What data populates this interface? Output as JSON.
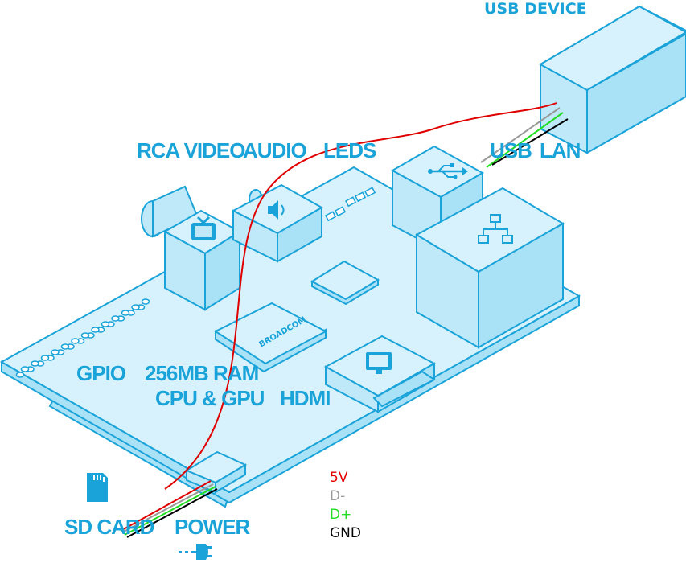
{
  "labels": {
    "usb_device": "USB DEVICE",
    "rca_video": "RCA VIDEO",
    "audio": "AUDIO",
    "leds": "LEDS",
    "usb": "USB",
    "lan": "LAN",
    "gpio": "GPIO",
    "ram_line1": "256MB RAM",
    "ram_line2": "CPU & GPU",
    "hdmi": "HDMI",
    "sd_card": "SD CARD",
    "power": "POWER",
    "chip_brand": "BROADCOM"
  },
  "legend": [
    {
      "label": "5V",
      "color": "#e00000"
    },
    {
      "label": "D-",
      "color": "#999999"
    },
    {
      "label": "D+",
      "color": "#22dd22"
    },
    {
      "label": "GND",
      "color": "#000000"
    }
  ],
  "colors": {
    "accent": "#1aa3d9",
    "board": "#c9edfb"
  },
  "icons": [
    "tv-icon",
    "speaker-icon",
    "usb-icon",
    "network-icon",
    "monitor-icon",
    "sd-card-icon",
    "power-plug-icon"
  ]
}
